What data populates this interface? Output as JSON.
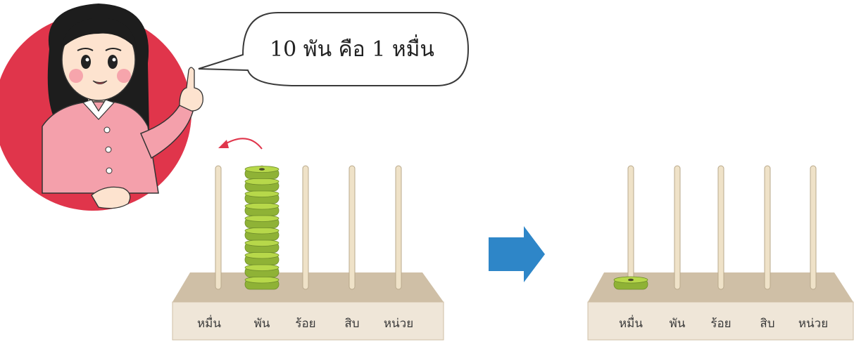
{
  "speech_bubble": {
    "text": "10 พัน คือ 1 หมื่น"
  },
  "abacus_before": {
    "place_labels": [
      "หมื่น",
      "พัน",
      "ร้อย",
      "สิบ",
      "หน่วย"
    ],
    "beads_per_rod": [
      0,
      10,
      0,
      0,
      0
    ],
    "action": "move-up-and-left"
  },
  "abacus_after": {
    "place_labels": [
      "หมื่น",
      "พัน",
      "ร้อย",
      "สิบ",
      "หน่วย"
    ],
    "beads_per_rod": [
      1,
      0,
      0,
      0,
      0
    ]
  },
  "transition_arrow": {
    "icon": "right-arrow-icon",
    "color": "#2e86c8"
  },
  "colors": {
    "backdrop_circle": "#e0354b",
    "shirt": "#f4a0ab",
    "bead": "#b7d84a",
    "bead_dark": "#8fb236",
    "rod": "#efe2c8",
    "base_top": "#cfbfa6",
    "base_front": "#efe6d8"
  }
}
